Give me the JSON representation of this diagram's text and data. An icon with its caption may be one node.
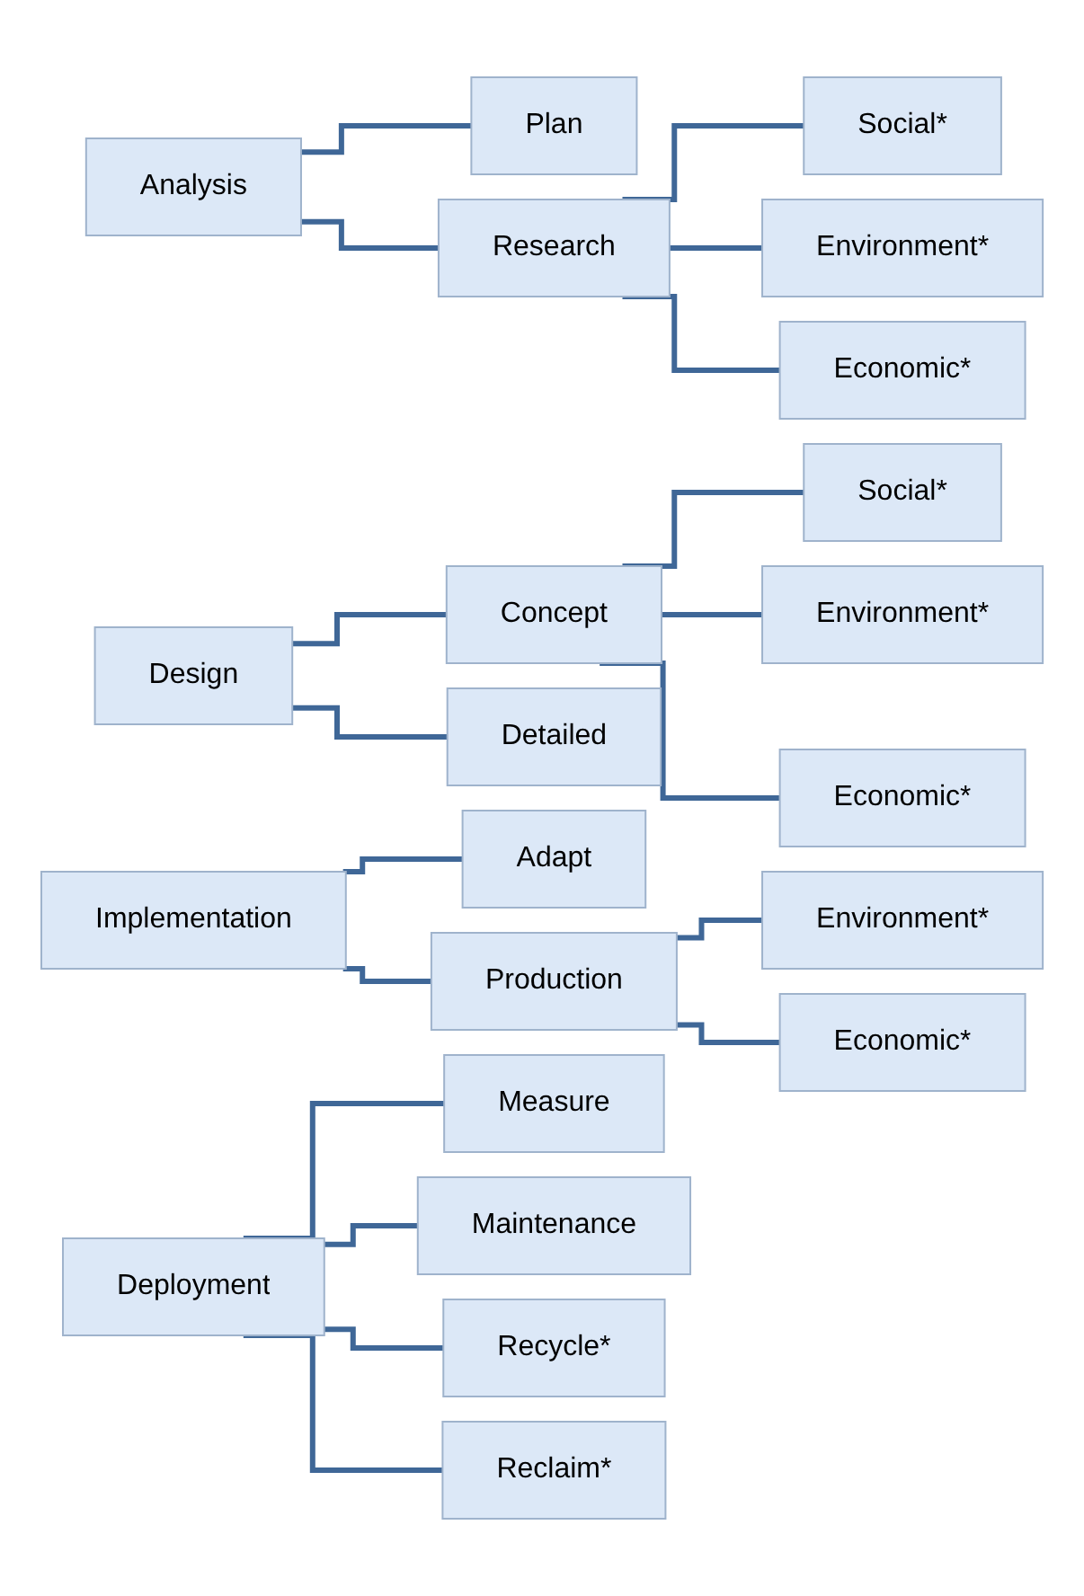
{
  "diagram": {
    "nodes": [
      {
        "text": [
          "Analysis"
        ]
      },
      {
        "text": [
          "Plan"
        ]
      },
      {
        "text": [
          "Research"
        ]
      },
      {
        "text": [
          "Social*"
        ]
      },
      {
        "text": [
          "Environment*"
        ]
      },
      {
        "text": [
          "Economic*"
        ]
      },
      {
        "text": [
          "Social*"
        ]
      },
      {
        "text": [
          "Environment*"
        ]
      },
      {
        "text": [
          "Economic*"
        ]
      },
      {
        "text": [
          "Design"
        ]
      },
      {
        "text": [
          "Concept"
        ]
      },
      {
        "text": [
          "Detailed"
        ]
      },
      {
        "text": [
          "Adapt"
        ]
      },
      {
        "text": [
          "Implementation"
        ]
      },
      {
        "text": [
          "Production"
        ]
      },
      {
        "text": [
          "Environment*"
        ]
      },
      {
        "text": [
          "Economic*"
        ]
      },
      {
        "text": [
          "Measure"
        ]
      },
      {
        "text": [
          "Maintenance"
        ]
      },
      {
        "text": [
          "Deployment"
        ]
      },
      {
        "text": [
          "Recycle*"
        ]
      },
      {
        "text": [
          "Reclaim*"
        ]
      }
    ],
    "edges": [
      {
        "from": 0,
        "to": 1,
        "arrow": "none"
      },
      {
        "from": 0,
        "to": 2,
        "arrow": "none"
      },
      {
        "from": 2,
        "to": 3,
        "arrow": "none"
      },
      {
        "from": 2,
        "to": 4,
        "arrow": "none"
      },
      {
        "from": 2,
        "to": 5,
        "arrow": "none"
      },
      {
        "from": 10,
        "to": 6,
        "arrow": "none"
      },
      {
        "from": 10,
        "to": 7,
        "arrow": "none"
      },
      {
        "from": 10,
        "to": 8,
        "arrow": "none"
      },
      {
        "from": 9,
        "to": 10,
        "arrow": "none"
      },
      {
        "from": 9,
        "to": 11,
        "arrow": "none"
      },
      {
        "from": 13,
        "to": 12,
        "arrow": "none"
      },
      {
        "from": 13,
        "to": 14,
        "arrow": "none"
      },
      {
        "from": 14,
        "to": 15,
        "arrow": "none"
      },
      {
        "from": 14,
        "to": 16,
        "arrow": "none"
      },
      {
        "from": 19,
        "to": 17,
        "arrow": "none"
      },
      {
        "from": 19,
        "to": 18,
        "arrow": "none"
      },
      {
        "from": 19,
        "to": 20,
        "arrow": "none"
      },
      {
        "from": 19,
        "to": 21,
        "arrow": "none"
      }
    ]
  }
}
